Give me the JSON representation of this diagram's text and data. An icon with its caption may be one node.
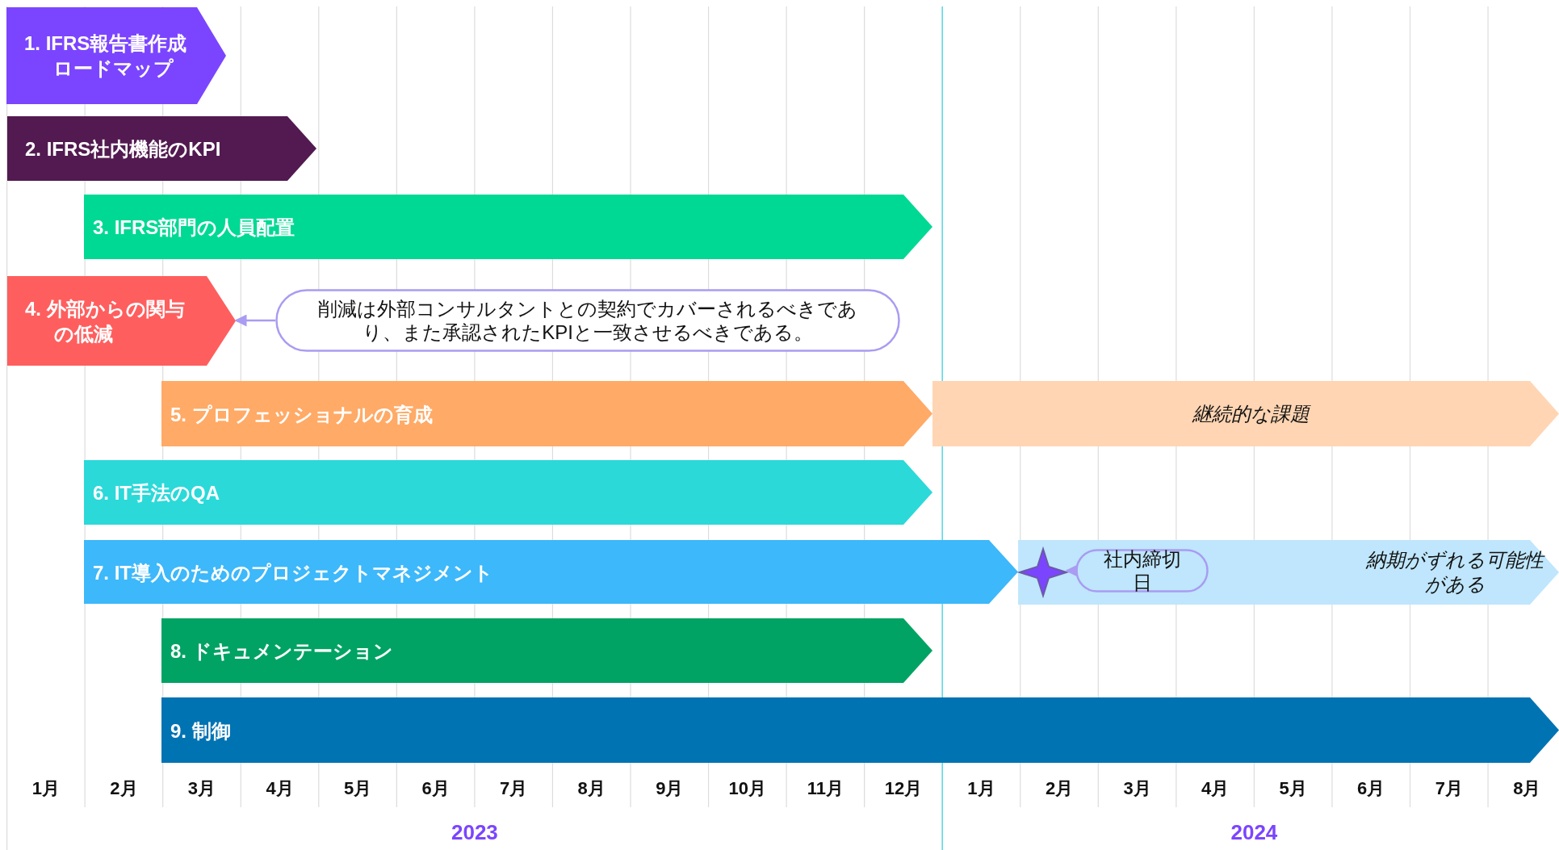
{
  "diagram": {
    "nodes": [
      {
        "text": [
          "1. IFRS報告書作成ロードマップ"
        ]
      },
      {
        "text": [
          "2. IFRS社内機能のKPI"
        ]
      },
      {
        "text": [
          "3. IFRS部門の人員配置"
        ]
      },
      {
        "text": [
          "4. 外部からの関与の低減"
        ]
      },
      {
        "text": [
          "削減は外部コンサルタントとの契約でカバーされるべきであり、また承認されたKPIと一致させるべきである。"
        ]
      },
      {
        "text": [
          "5. プロフェッショナルの育成"
        ]
      },
      {
        "text": [
          "継続的な課題"
        ]
      },
      {
        "text": [
          "6. IT手法のQA"
        ]
      },
      {
        "text": [
          "7. IT導入のためのプロジェクトマネジメント"
        ]
      },
      {
        "text": [
          "納期がずれる可能性がある"
        ]
      },
      {
        "text": [],
        "shape": "star",
        "in": 9
      },
      {
        "text": [
          "社内締切日"
        ],
        "in": 9
      },
      {
        "text": [
          "8. ドキュメンテーション"
        ]
      },
      {
        "text": [
          "9. 制御"
        ]
      }
    ],
    "edges": [
      {
        "from": 4,
        "to": 3,
        "arrow": "to"
      },
      {
        "from": 11,
        "to": 10,
        "arrow": "to"
      }
    ],
    "labels": [
      "1月",
      "2月",
      "3月",
      "4月",
      "5月",
      "6月",
      "7月",
      "8月",
      "9月",
      "10月",
      "11月",
      "12月",
      "1月",
      "2月",
      "3月",
      "4月",
      "5月",
      "6月",
      "7月",
      "8月",
      "2023",
      "2024"
    ]
  }
}
